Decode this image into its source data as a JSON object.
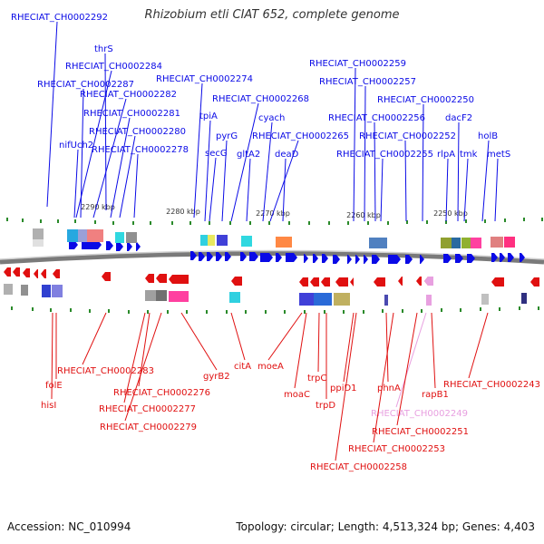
{
  "title": "Rhizobium etli CIAT 652, complete genome",
  "footer": {
    "accession": "Accession: NC_010994",
    "summary": "Topology: circular; Length: 4,513,324 bp; Genes: 4,403"
  },
  "scale_labels": [
    "2290 kbp",
    "2280 kbp",
    "2270 kbp",
    "2260 kbp",
    "2250 kbp"
  ],
  "forward_gene_labels": [
    "RHECIAT_CH0002292",
    "thrS",
    "RHECIAT_CH0002284",
    "RHECIAT_CH0002287",
    "RHECIAT_CH0002282",
    "RHECIAT_CH0002281",
    "RHECIAT_CH0002280",
    "nifUch2",
    "RHECIAT_CH0002278",
    "RHECIAT_CH0002274",
    "tpiA",
    "secG",
    "pyrG",
    "RHECIAT_CH0002268",
    "cyach",
    "gltA2",
    "RHECIAT_CH0002265",
    "deaD",
    "RHECIAT_CH0002259",
    "RHECIAT_CH0002257",
    "RHECIAT_CH0002250",
    "RHECIAT_CH0002256",
    "dacF2",
    "RHECIAT_CH0002252",
    "holB",
    "RHECIAT_CH0002255",
    "rlpA",
    "tmk",
    "metS"
  ],
  "reverse_gene_labels": [
    "RHECIAT_CH0002283",
    "folE",
    "hisI",
    "RHECIAT_CH0002276",
    "RHECIAT_CH0002277",
    "RHECIAT_CH0002279",
    "gyrB2",
    "citA",
    "moeA",
    "moaC",
    "trpC",
    "trpD",
    "ppiD1",
    "phnA",
    "RHECIAT_CH0002249",
    "rapB1",
    "RHECIAT_CH0002243",
    "RHECIAT_CH0002251",
    "RHECIAT_CH0002253",
    "RHECIAT_CH0002258"
  ],
  "colors": {
    "forward": "#0a0ae6",
    "reverse": "#e01010",
    "pseudo": "#e8a0e0",
    "backbone": "#7a7a7a",
    "tick": "#2a8a2a"
  }
}
